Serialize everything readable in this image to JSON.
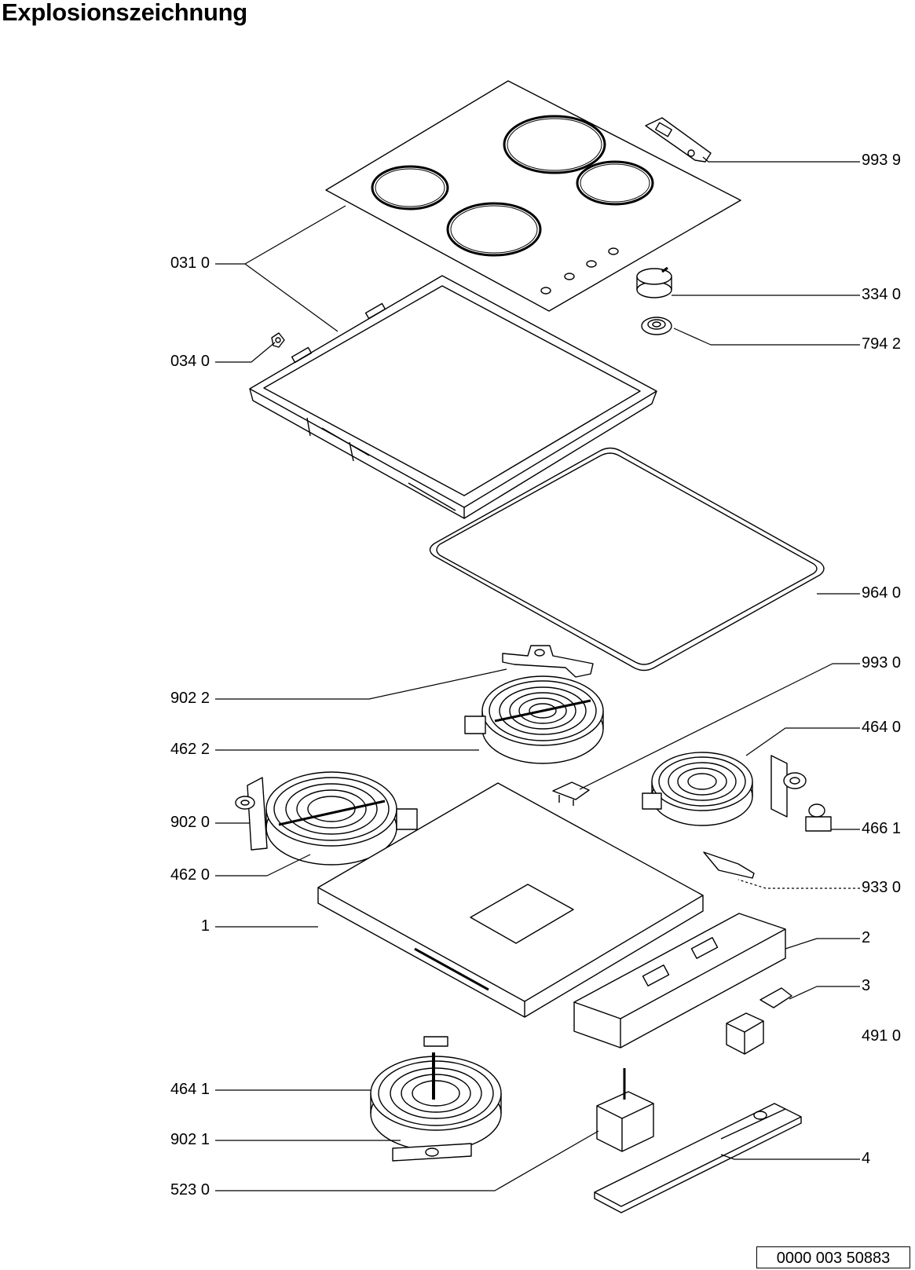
{
  "title": "Explosionszeichnung",
  "document_number": "0000 003 50883",
  "parts": {
    "p9939": "993 9",
    "p0310": "031 0",
    "p3340": "334 0",
    "p0340": "034 0",
    "p7942": "794 2",
    "p9640": "964 0",
    "p9930": "993 0",
    "p9022": "902 2",
    "p4640": "464 0",
    "p4622": "462 2",
    "p9020": "902 0",
    "p4661": "466 1",
    "p4620": "462 0",
    "p9330": "933 0",
    "p1": "1",
    "p2": "2",
    "p3": "3",
    "p4910": "491 0",
    "p4641": "464 1",
    "p9021": "902 1",
    "p4": "4",
    "p5230": "523 0"
  },
  "components": {
    "glass_top_text": "",
    "panel_label": ""
  }
}
